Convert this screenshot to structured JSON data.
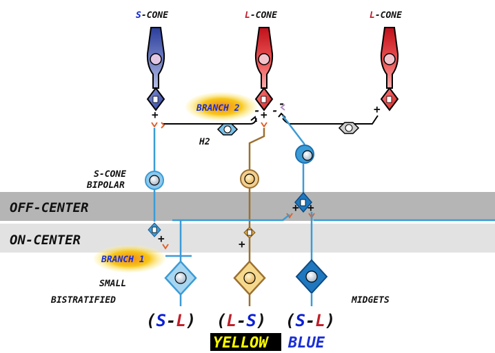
{
  "cones": [
    {
      "letter": "S",
      "suffix": "-CONE",
      "color": "#0a1fd6"
    },
    {
      "letter": "L",
      "suffix": "-CONE",
      "color": "#c0202a"
    },
    {
      "letter": "L",
      "suffix": "-CONE",
      "color": "#c0202a"
    }
  ],
  "bands": {
    "off": "OFF-CENTER",
    "on": "ON-CENTER"
  },
  "labels": {
    "branch2": "BRANCH 2",
    "branch1": "BRANCH 1",
    "h2": "H2",
    "scone_bipolar_1": "S-CONE",
    "scone_bipolar_2": "BIPOLAR",
    "small_bistrat_1": "SMALL",
    "small_bistrat_2": "BISTRATIFIED",
    "midgets": "MIDGETS"
  },
  "signs": {
    "plus": "+",
    "minus": "-"
  },
  "opponency": [
    {
      "a": "S",
      "dash": "-",
      "b": "L",
      "open": "(",
      "close": ")"
    },
    {
      "a": "L",
      "dash": "-",
      "b": "S",
      "open": "(",
      "close": ")"
    },
    {
      "a": "S",
      "dash": "-",
      "b": "L",
      "open": "(",
      "close": ")"
    }
  ],
  "channels": {
    "yellow": "YELLOW",
    "blue": "BLUE"
  },
  "colors": {
    "s_blue": "#0a1fd6",
    "l_red": "#c0202a",
    "dendrite_blue": "#3b9bd6",
    "brown": "#9b7030",
    "band_off": "#b5b5b5",
    "band_on": "#e2e2e2",
    "highlight": "#f7d51a",
    "yellow_box_bg": "#000000",
    "yellow_text": "#ffff00",
    "blue_text": "#1a2fd6"
  }
}
